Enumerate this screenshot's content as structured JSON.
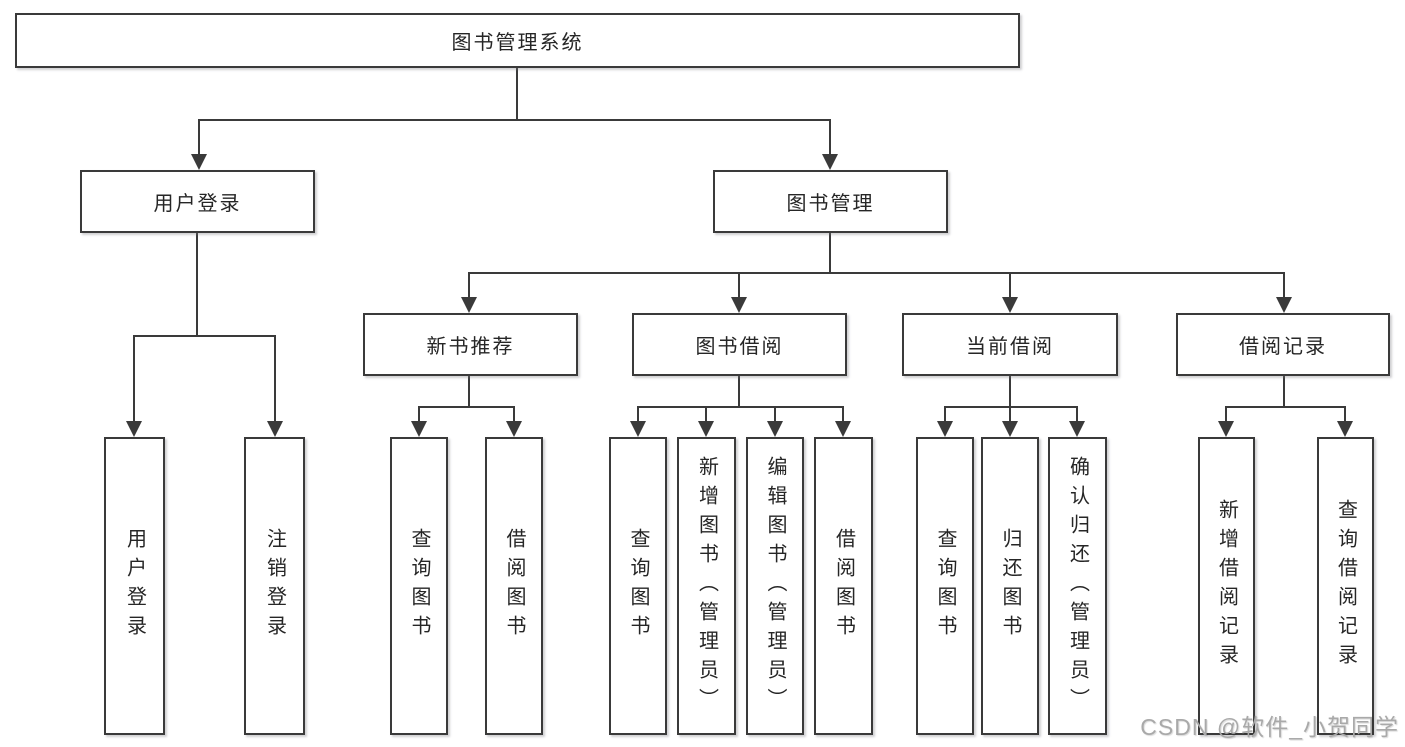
{
  "colors": {
    "line": "#3a3a3a",
    "box_border": "#3a3a3a",
    "text": "#262626",
    "background": "#ffffff",
    "watermark": "#a9a9a9"
  },
  "tree": {
    "root": {
      "label": "图书管理系统"
    },
    "branches": [
      {
        "label": "用户登录",
        "leaves": [
          {
            "label": "用户登录"
          },
          {
            "label": "注销登录"
          }
        ]
      },
      {
        "label": "图书管理",
        "groups": [
          {
            "label": "新书推荐",
            "leaves": [
              {
                "label": "查询图书"
              },
              {
                "label": "借阅图书"
              }
            ]
          },
          {
            "label": "图书借阅",
            "leaves": [
              {
                "label": "查询图书"
              },
              {
                "label": "新增图书（管理员）"
              },
              {
                "label": "编辑图书（管理员）"
              },
              {
                "label": "借阅图书"
              }
            ]
          },
          {
            "label": "当前借阅",
            "leaves": [
              {
                "label": "查询图书"
              },
              {
                "label": "归还图书"
              },
              {
                "label": "确认归还（管理员）"
              }
            ]
          },
          {
            "label": "借阅记录",
            "leaves": [
              {
                "label": "新增借阅记录"
              },
              {
                "label": "查询借阅记录"
              }
            ]
          }
        ]
      }
    ]
  },
  "watermark": {
    "text": "CSDN @软件_小贺同学"
  }
}
